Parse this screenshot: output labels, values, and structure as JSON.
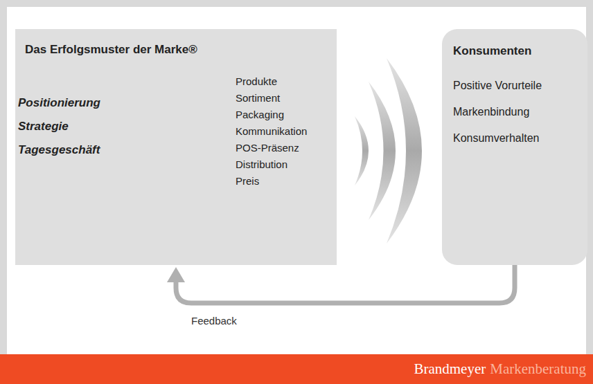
{
  "diagram": {
    "nodes": [
      {
        "text": [
          "Das Erfolgsmuster der Marke®",
          "Positionierung",
          "Strategie",
          "Tagesgeschäft",
          "Produkte",
          "Sortiment",
          "Packaging",
          "Kommunikation",
          "POS-Präsenz",
          "Distribution",
          "Preis"
        ]
      },
      {
        "text": [
          "Konsumenten",
          "Positive Vorurteile",
          "Markenbindung",
          "Konsumverhalten"
        ]
      }
    ],
    "edges": [
      {
        "from": 1,
        "to": 0,
        "label": "Feedback",
        "arrow": "to"
      }
    ],
    "labels": [
      "Brandmeyer",
      "Markenberatung"
    ]
  }
}
